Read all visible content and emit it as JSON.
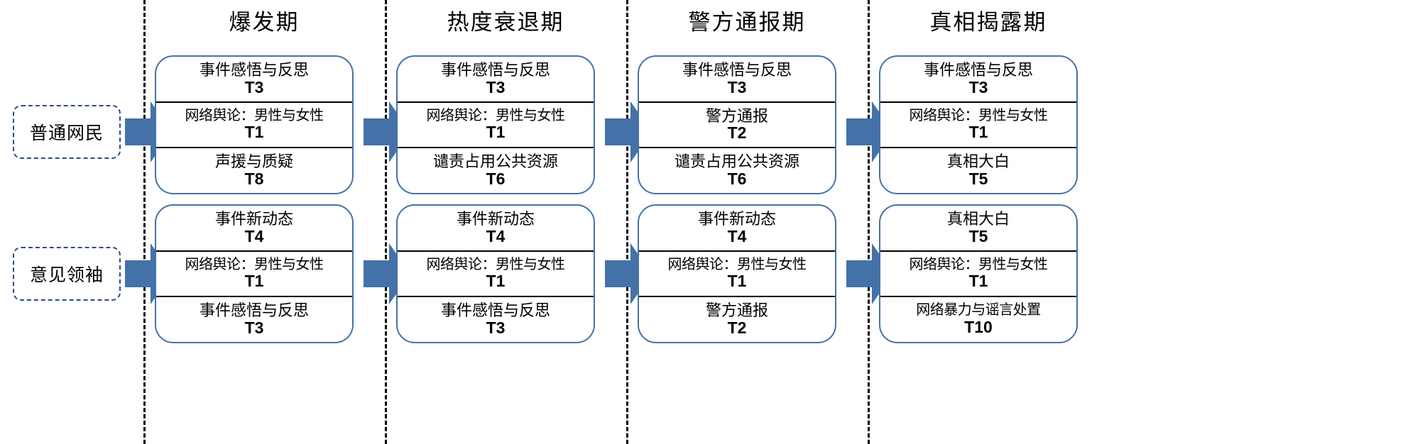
{
  "colors": {
    "card_border": "#4472a8",
    "arrow_fill": "#4472a8",
    "divider": "#000000",
    "actor_border": "#2e4a88",
    "row_rule": "#000000"
  },
  "phases": [
    {
      "label": "爆发期"
    },
    {
      "label": "热度衰退期"
    },
    {
      "label": "警方通报期"
    },
    {
      "label": "真相揭露期"
    }
  ],
  "actors": [
    {
      "label": "普通网民"
    },
    {
      "label": "意见领袖"
    }
  ],
  "arrows": {
    "icon": "right-block-arrow-icon",
    "count": 8
  },
  "cards": [
    {
      "actor": "普通网民",
      "phase": "爆发期",
      "rows": [
        {
          "title": "事件感悟与反思",
          "code": "T3"
        },
        {
          "title": "网络舆论：男性与女性",
          "code": "T1"
        },
        {
          "title": "声援与质疑",
          "code": "T8"
        }
      ]
    },
    {
      "actor": "普通网民",
      "phase": "热度衰退期",
      "rows": [
        {
          "title": "事件感悟与反思",
          "code": "T3"
        },
        {
          "title": "网络舆论：男性与女性",
          "code": "T1"
        },
        {
          "title": "谴责占用公共资源",
          "code": "T6"
        }
      ]
    },
    {
      "actor": "普通网民",
      "phase": "警方通报期",
      "rows": [
        {
          "title": "事件感悟与反思",
          "code": "T3"
        },
        {
          "title": "警方通报",
          "code": "T2"
        },
        {
          "title": "谴责占用公共资源",
          "code": "T6"
        }
      ]
    },
    {
      "actor": "普通网民",
      "phase": "真相揭露期",
      "rows": [
        {
          "title": "事件感悟与反思",
          "code": "T3"
        },
        {
          "title": "网络舆论：男性与女性",
          "code": "T1"
        },
        {
          "title": "真相大白",
          "code": "T5"
        }
      ]
    },
    {
      "actor": "意见领袖",
      "phase": "爆发期",
      "rows": [
        {
          "title": "事件新动态",
          "code": "T4"
        },
        {
          "title": "网络舆论：男性与女性",
          "code": "T1"
        },
        {
          "title": "事件感悟与反思",
          "code": "T3"
        }
      ]
    },
    {
      "actor": "意见领袖",
      "phase": "热度衰退期",
      "rows": [
        {
          "title": "事件新动态",
          "code": "T4"
        },
        {
          "title": "网络舆论：男性与女性",
          "code": "T1"
        },
        {
          "title": "事件感悟与反思",
          "code": "T3"
        }
      ]
    },
    {
      "actor": "意见领袖",
      "phase": "警方通报期",
      "rows": [
        {
          "title": "事件新动态",
          "code": "T4"
        },
        {
          "title": "网络舆论：男性与女性",
          "code": "T1"
        },
        {
          "title": "警方通报",
          "code": "T2"
        }
      ]
    },
    {
      "actor": "意见领袖",
      "phase": "真相揭露期",
      "rows": [
        {
          "title": "真相大白",
          "code": "T5"
        },
        {
          "title": "网络舆论：男性与女性",
          "code": "T1"
        },
        {
          "title": "网络暴力与谣言处置",
          "code": "T10"
        }
      ]
    }
  ]
}
